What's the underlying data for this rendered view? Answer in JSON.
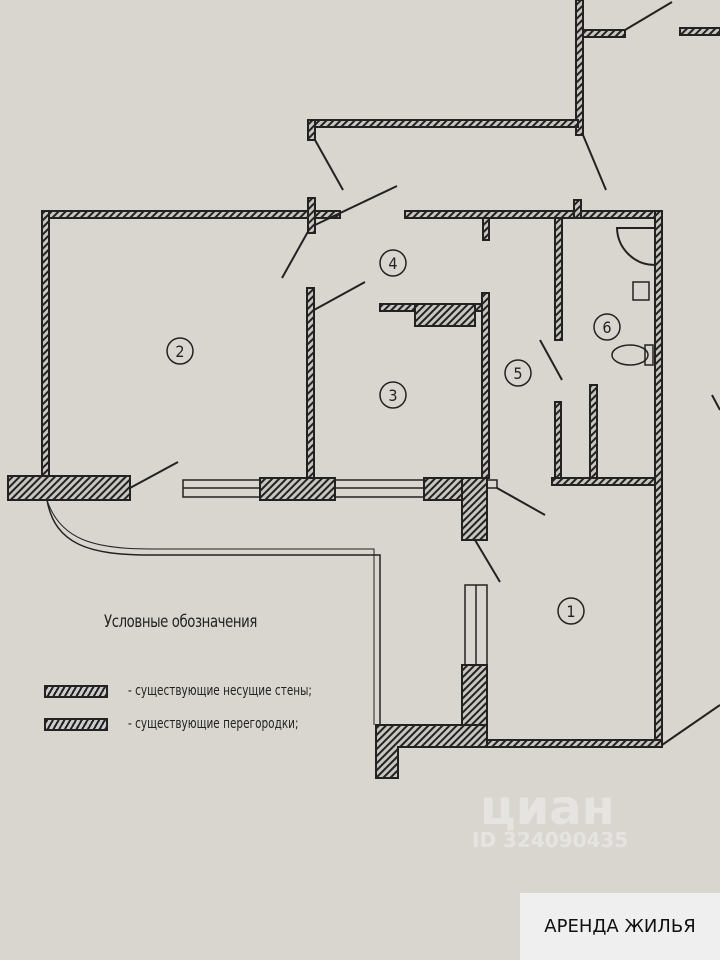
{
  "plan": {
    "rooms": [
      "1",
      "2",
      "3",
      "4",
      "5",
      "6"
    ]
  },
  "legend": {
    "title": "Условные обозначения",
    "items": [
      {
        "label": "- существующие несущие стены;"
      },
      {
        "label": "- существующие перегородки;"
      }
    ]
  },
  "watermark": {
    "brand": "циан",
    "id": "ID 324090435"
  },
  "badge": {
    "label": "АРЕНДА ЖИЛЬЯ"
  },
  "colors": {
    "background": "#d9d6d0",
    "ink": "#222222"
  }
}
